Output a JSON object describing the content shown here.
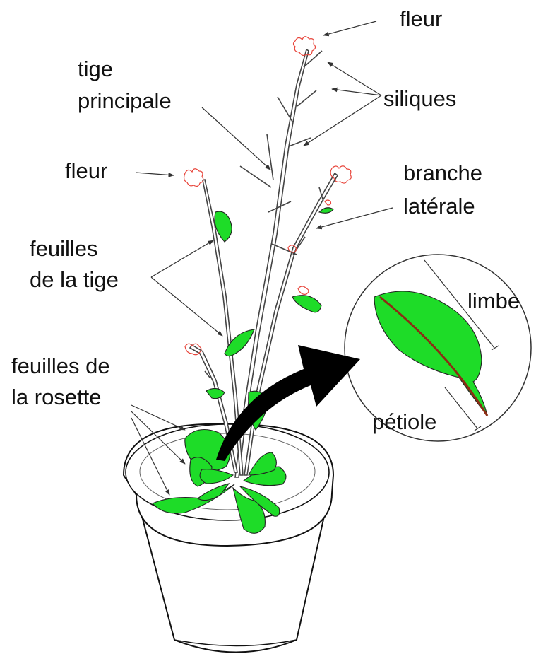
{
  "labels": {
    "fleur_top": "fleur",
    "tige_principale": [
      "tige",
      "principale"
    ],
    "siliques": "siliques",
    "fleur_left": "fleur",
    "branche_laterale": [
      "branche",
      "latérale"
    ],
    "feuilles_tige": [
      "feuilles",
      "de la tige"
    ],
    "feuilles_rosette": [
      "feuilles de",
      "la rosette"
    ],
    "limbe": "limbe",
    "petiole": "pétiole"
  },
  "colors": {
    "leaf": "#1edc28",
    "flower": "#e8463c",
    "midrib": "#8b2d14",
    "outline": "#111111"
  }
}
